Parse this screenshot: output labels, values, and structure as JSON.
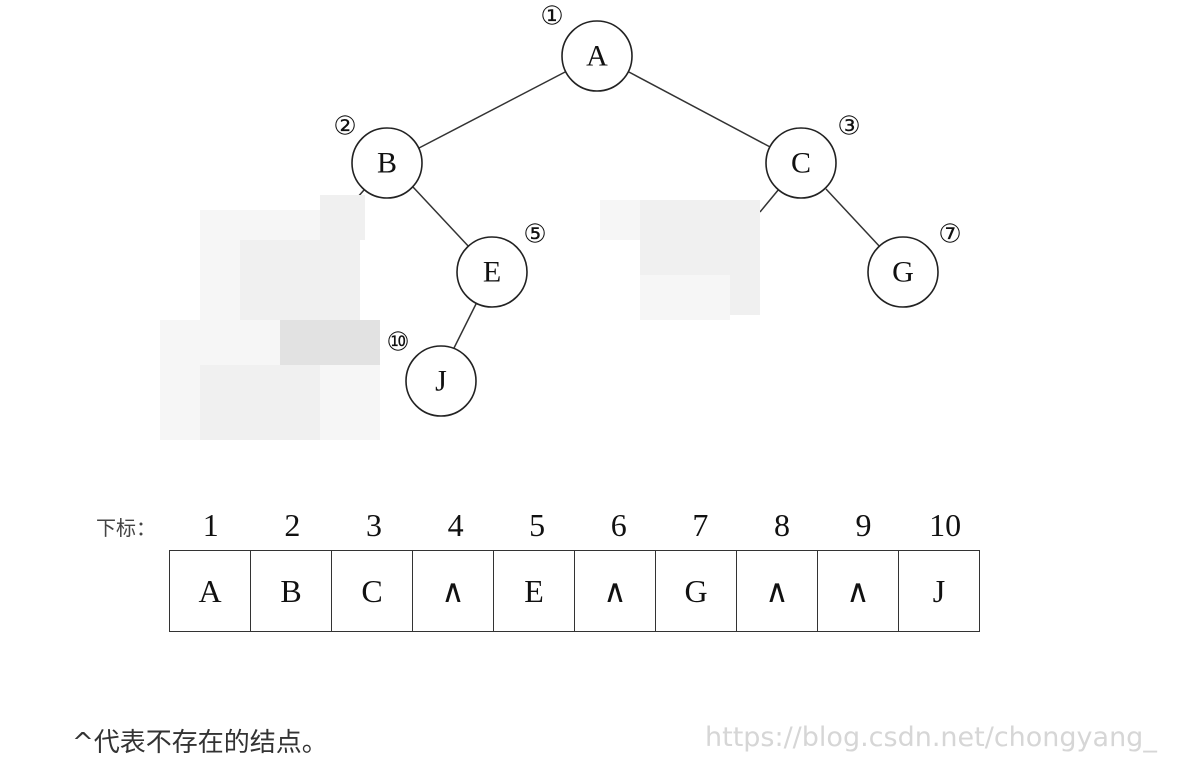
{
  "tree": {
    "nodes": [
      {
        "label": "A",
        "index": "①"
      },
      {
        "label": "B",
        "index": "②"
      },
      {
        "label": "C",
        "index": "③"
      },
      {
        "label": "E",
        "index": "⑤"
      },
      {
        "label": "G",
        "index": "⑦"
      },
      {
        "label": "J",
        "index": "⑩"
      }
    ]
  },
  "array": {
    "label": "下标：",
    "indices": [
      "1",
      "2",
      "3",
      "4",
      "5",
      "6",
      "7",
      "8",
      "9",
      "10"
    ],
    "cells": [
      "A",
      "B",
      "C",
      "∧",
      "E",
      "∧",
      "G",
      "∧",
      "∧",
      "J"
    ]
  },
  "footnote": "^代表不存在的结点。",
  "watermark": "https://blog.csdn.net/chongyang_"
}
